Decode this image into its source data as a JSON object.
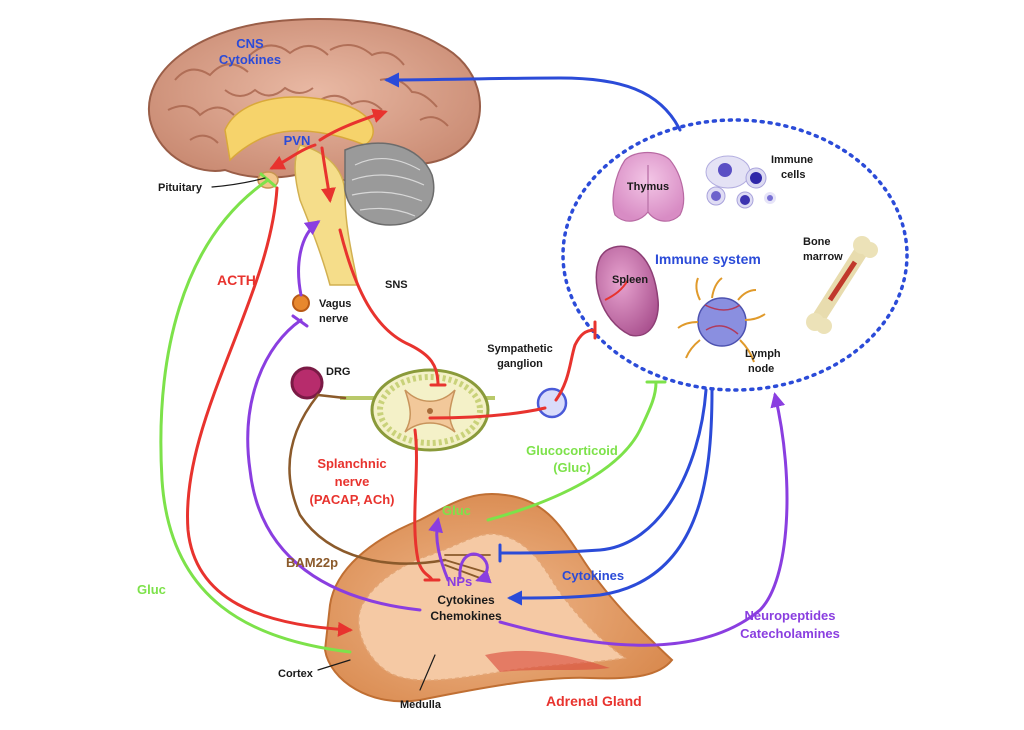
{
  "labels": {
    "cns_cytokines_1": "CNS",
    "cns_cytokines_2": "Cytokines",
    "pvn": "PVN",
    "pituitary": "Pituitary",
    "acth": "ACTH",
    "sns": "SNS",
    "vagus_1": "Vagus",
    "vagus_2": "nerve",
    "drg": "DRG",
    "sympathetic_1": "Sympathetic",
    "sympathetic_2": "ganglion",
    "thymus": "Thymus",
    "immune_cells_1": "Immune",
    "immune_cells_2": "cells",
    "immune_system": "Immune system",
    "spleen": "Spleen",
    "bone_marrow_1": "Bone",
    "bone_marrow_2": "marrow",
    "lymph_node_1": "Lymph",
    "lymph_node_2": "node",
    "glucocorticoid_1": "Glucocorticoid",
    "glucocorticoid_2": "(Gluc)",
    "splanchnic_1": "Splanchnic",
    "splanchnic_2": "nerve",
    "splanchnic_3": "(PACAP, ACh)",
    "gluc_adrenal": "Gluc",
    "bam22p": "BAM22p",
    "nps": "NPs",
    "cytokines_adrenal": "Cytokines",
    "chemokines_adrenal": "Chemokines",
    "cytokines_arrow": "Cytokines",
    "gluc_left": "Gluc",
    "neuropeptides_1": "Neuropeptides",
    "neuropeptides_2": "Catecholamines",
    "cortex": "Cortex",
    "medulla": "Medulla",
    "adrenal_gland": "Adrenal Gland"
  },
  "colors": {
    "red": "#e8332e",
    "blue": "#2b4bd8",
    "green": "#7de24a",
    "purple": "#8a3ee0",
    "brown": "#8b5a2b",
    "black": "#1a1a1a"
  }
}
